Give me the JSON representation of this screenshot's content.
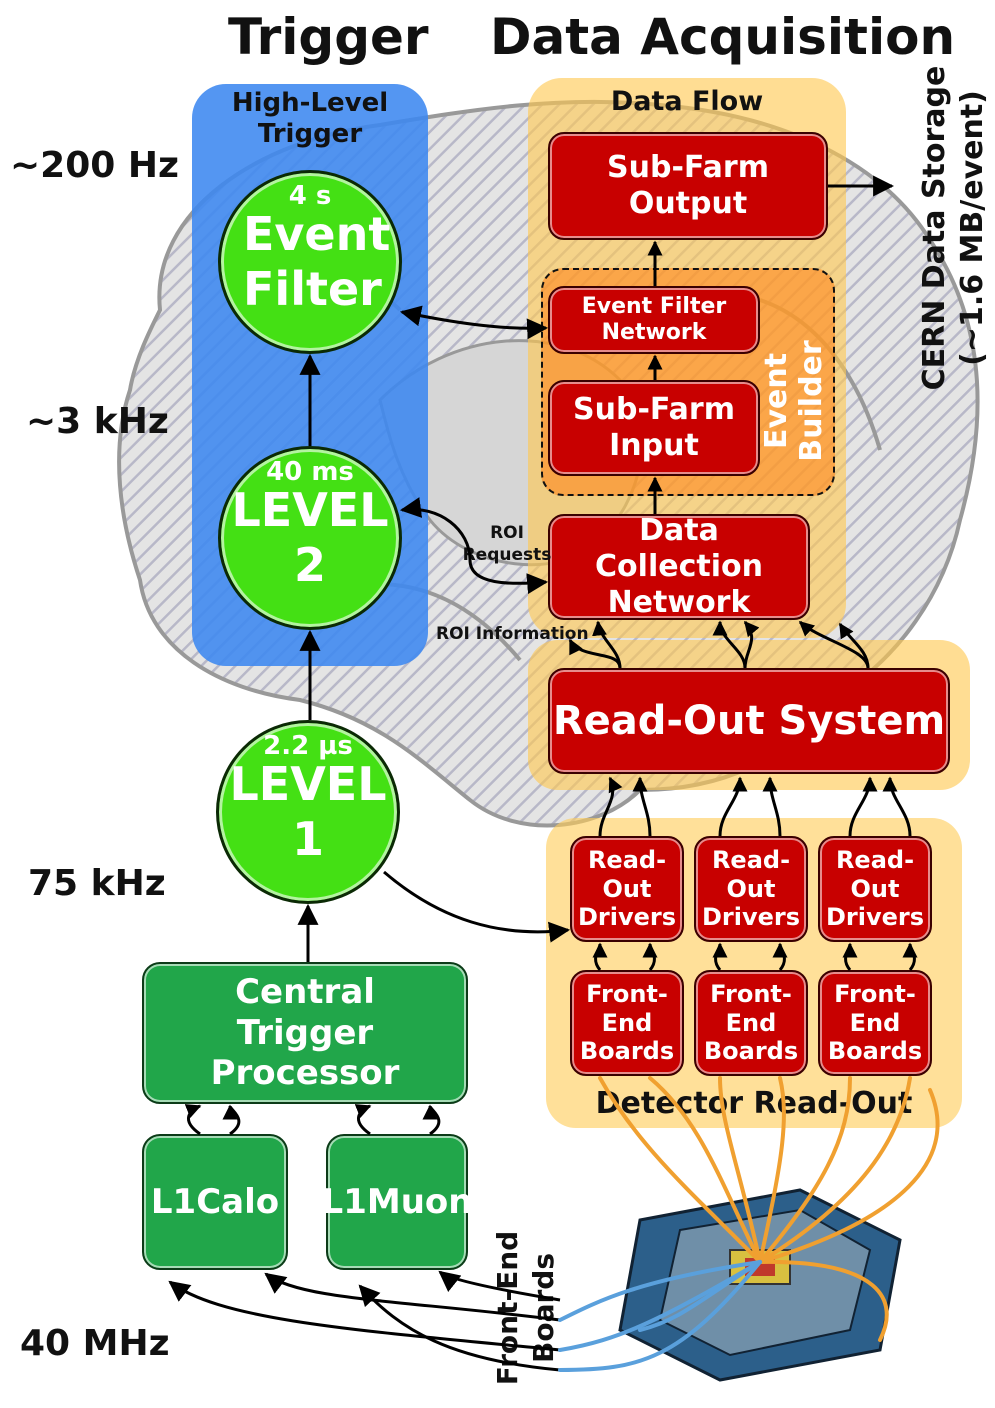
{
  "headers": {
    "trigger": "Trigger",
    "daq": "Data Acquisition"
  },
  "rates": {
    "r200hz": "~200 Hz",
    "r3khz": "~3 kHz",
    "r75khz": "75 kHz",
    "r40mhz": "40 MHz"
  },
  "hlt_panel": {
    "title": "High-Level Trigger"
  },
  "dataflow_panel": {
    "title": "Data Flow"
  },
  "event_builder": {
    "title": "Event Builder"
  },
  "detector_readout": {
    "title": "Detector Read-Out"
  },
  "storage": {
    "line1": "CERN Data Storage",
    "line2": "(~1.6 MB/event)"
  },
  "event_filter": {
    "latency": "4 s",
    "name": "Event Filter"
  },
  "level2": {
    "latency": "40 ms",
    "name": "LEVEL 2"
  },
  "level1": {
    "latency": "2.2 µs",
    "name": "LEVEL 1"
  },
  "boxes": {
    "sfo": "Sub-Farm Output",
    "efn": "Event Filter Network",
    "sfi": "Sub-Farm Input",
    "dcn": "Data Collection Network",
    "ros": "Read-Out System",
    "rod": "Read-Out Drivers",
    "feb": "Front-End Boards",
    "ctp": "Central Trigger Processor",
    "l1calo": "L1Calo",
    "l1muon": "L1Muon"
  },
  "annotations": {
    "roi_requests": "ROI Requests",
    "roi_information": "ROI Information",
    "front_end_boards": "Front-End Boards"
  },
  "colors": {
    "red": "#c80000",
    "green_box": "#21a64a",
    "green_circle": "#44e014",
    "blue_panel": "#4f93ee",
    "yellow_panel": "#ffd77a",
    "orange_builder": "#ff9a2e",
    "cable_orange": "#f0a030",
    "cable_blue": "#5aa0dc"
  },
  "icons": {
    "background": "brain-outline-icon",
    "detector": "atlas-detector-icon"
  }
}
